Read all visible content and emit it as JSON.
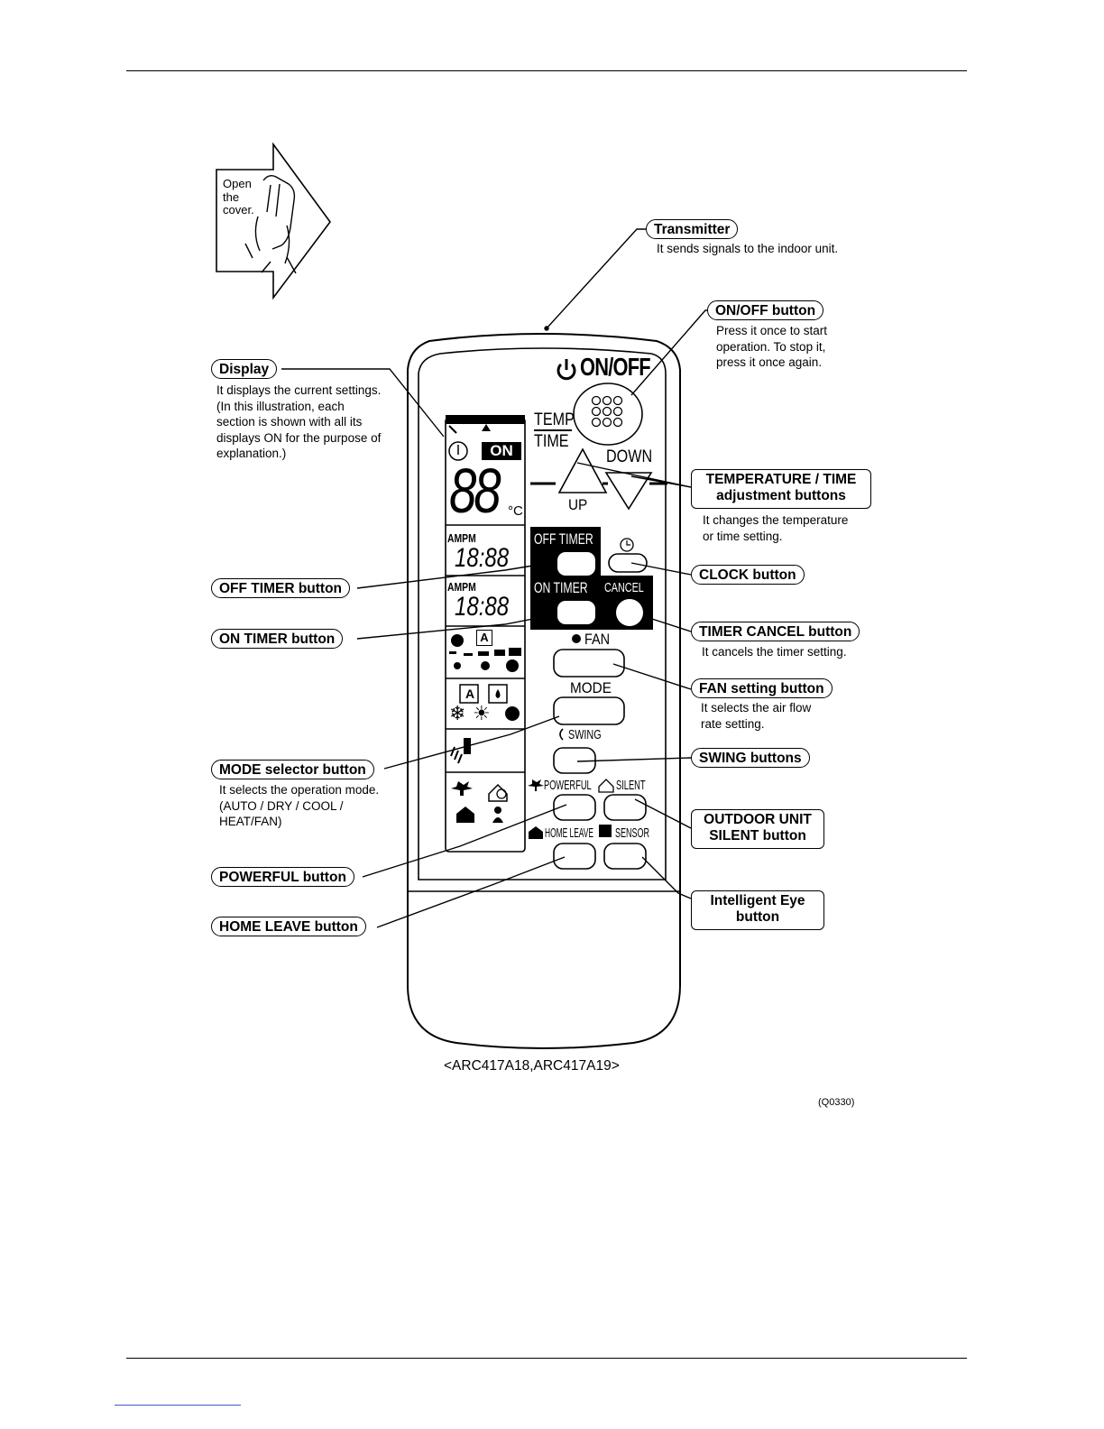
{
  "cover_hint": {
    "line1": "Open",
    "line2": "the",
    "line3": "cover."
  },
  "callouts": {
    "transmitter": {
      "label": "Transmitter",
      "desc": [
        "It sends signals to the indoor unit."
      ]
    },
    "onoff": {
      "label": "ON/OFF button",
      "desc": [
        "Press it once to start",
        "operation. To stop it,",
        "press it once again."
      ]
    },
    "display": {
      "label": "Display",
      "desc": [
        "It displays the current settings.",
        "(In this illustration, each",
        "section is shown with all its",
        "displays ON for the purpose of",
        "explanation.)"
      ]
    },
    "temp_time": {
      "label_line1": "TEMPERATURE / TIME",
      "label_line2": "adjustment buttons",
      "desc": [
        "It changes the temperature",
        "or time setting."
      ]
    },
    "clock": {
      "label": "CLOCK button"
    },
    "off_timer": {
      "label": "OFF TIMER button"
    },
    "on_timer": {
      "label": "ON TIMER button"
    },
    "timer_cancel": {
      "label": "TIMER CANCEL button",
      "desc": [
        "It cancels the timer setting."
      ]
    },
    "fan": {
      "label": "FAN setting button",
      "desc": [
        "It selects the air flow",
        "rate setting."
      ]
    },
    "swing": {
      "label": "SWING buttons"
    },
    "mode": {
      "label": "MODE selector button",
      "desc": [
        "It selects the operation mode.",
        "(AUTO / DRY / COOL /",
        "HEAT/FAN)"
      ]
    },
    "silent": {
      "label_line1": "OUTDOOR UNIT",
      "label_line2": "SILENT button"
    },
    "powerful": {
      "label": "POWERFUL button"
    },
    "sensor": {
      "label_line1": "Intelligent Eye",
      "label_line2": "button"
    },
    "home_leave": {
      "label": "HOME LEAVE button"
    }
  },
  "remote": {
    "onoff": "ON/OFF",
    "temp": "TEMP",
    "time": "TIME",
    "down": "DOWN",
    "up": "UP",
    "off_timer": "OFF TIMER",
    "on_timer": "ON TIMER",
    "cancel": "CANCEL",
    "fan": "FAN",
    "mode": "MODE",
    "swing": "SWING",
    "powerful": "POWERFUL",
    "silent": "SILENT",
    "home_leave": "HOME LEAVE",
    "sensor": "SENSOR",
    "lcd": {
      "on": "ON",
      "temp_digits": "88",
      "deg": "°C",
      "ampm1": "AMPM",
      "time1": "18:88",
      "ampm2": "AMPM",
      "time2": "18:88",
      "auto_letter": "A"
    }
  },
  "caption": "<ARC417A18,ARC417A19>",
  "figure_code": "(Q0330)"
}
